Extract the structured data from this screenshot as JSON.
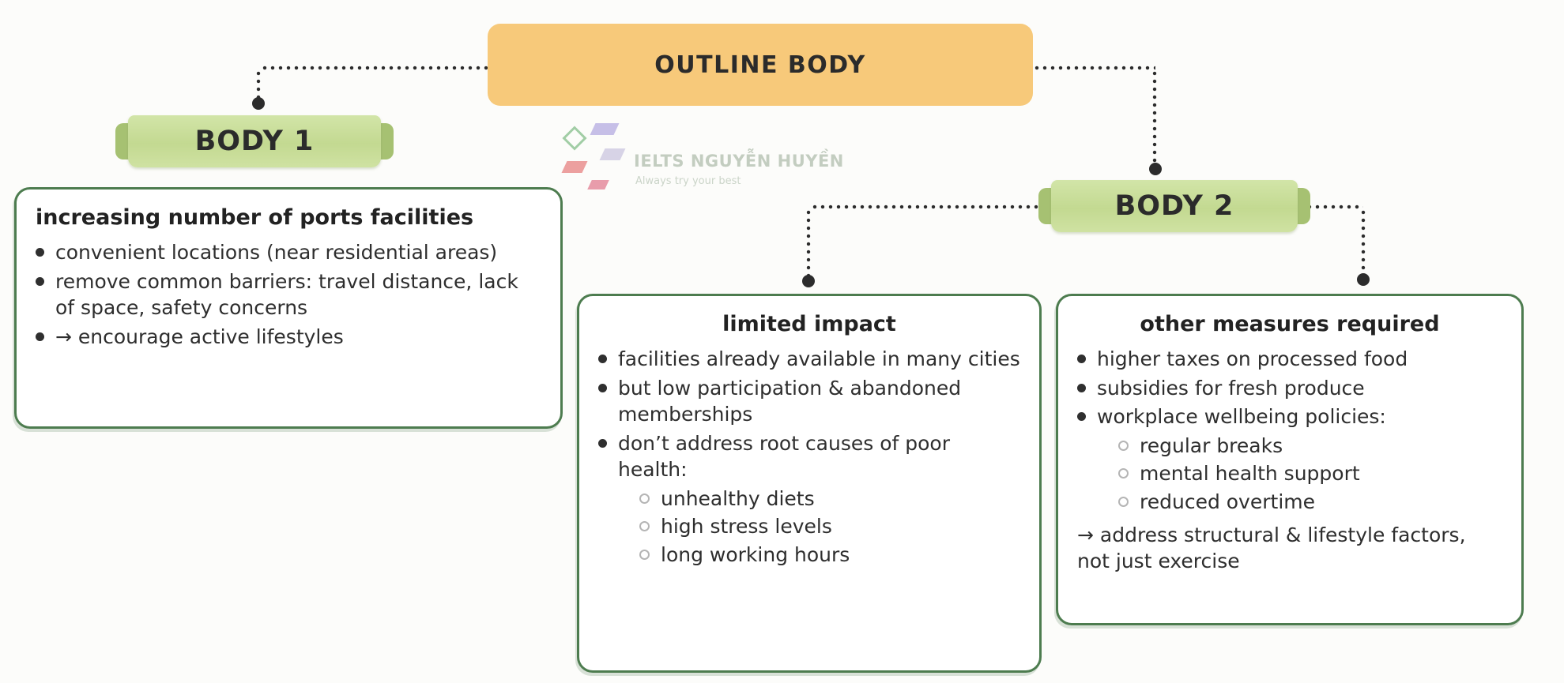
{
  "root": {
    "title": "OUTLINE BODY"
  },
  "tabs": {
    "body1": "BODY 1",
    "body2": "BODY 2"
  },
  "body1": {
    "heading": "increasing number of ports facilities",
    "bullets": [
      "convenient locations (near residential areas)",
      "remove common barriers: travel distance, lack of space, safety concerns",
      "→ encourage active lifestyles"
    ]
  },
  "limited": {
    "heading": "limited impact",
    "bullets": [
      "facilities already available in many cities",
      "but low participation & abandoned memberships",
      "don’t address root causes of poor health:"
    ],
    "sub_bullets": [
      "unhealthy diets",
      "high stress levels",
      "long working hours"
    ]
  },
  "measures": {
    "heading": "other measures required",
    "bullets": [
      "higher taxes on processed food",
      "subsidies for fresh produce",
      "workplace wellbeing policies:"
    ],
    "sub_bullets": [
      "regular breaks",
      "mental health support",
      "reduced overtime"
    ],
    "footer": "→ address structural & lifestyle factors, not just exercise"
  },
  "watermark": {
    "brand": "IELTS NGUYỄN HUYỀN",
    "tagline": "Always try your best"
  },
  "colors": {
    "accent-orange": "#f7c97a",
    "ribbon-green": "#c3d991",
    "ribbon-green-dark": "#a6c172",
    "box-border-green": "#4d7c4f",
    "text-dark": "#2b2b2b",
    "connector": "#2c2c2c",
    "sub-bullet-ring": "#b5b5b5",
    "watermark-text": "#95a792",
    "page-bg": "#fcfcfa"
  }
}
